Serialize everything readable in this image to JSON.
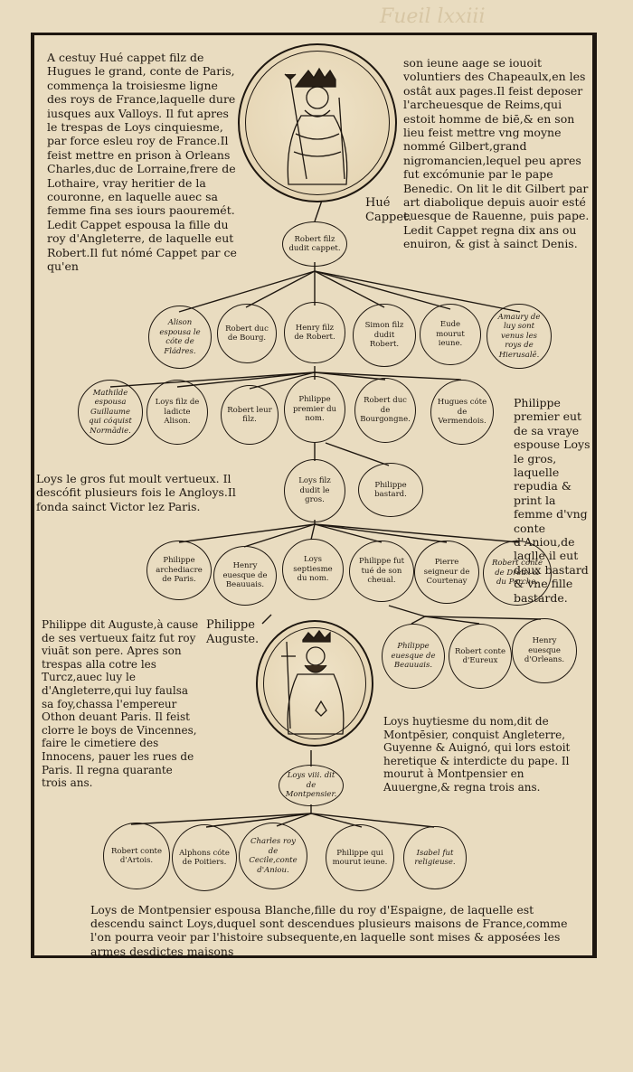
{
  "header": {
    "faint_title": "Fueil lxxiii"
  },
  "blocks": {
    "left_top": "A cestuy Hué cappet filz de Hugues le grand, conte de Paris, commença la troisiesme ligne des roys de France,laquelle dure iusques aux Valloys. Il fut apres le trespas de Loys cinquiesme, par force esleu roy de France.Il feist mettre en prison à Orleans Charles,duc de Lorraine,frere de Lothaire, vray heritier de la couronne, en laquelle auec sa femme fina ses iours paouremét. Ledit Cappet espousa la fille du roy d'Angleterre, de laquelle eut Robert.Il fut nómé Cappet par ce qu'en",
    "right_top": "son ieune aage se iouoit voluntiers des Chapeaulx,en les ostât aux pages.Il feist deposer l'archeuesque de Reims,qui estoit homme de biē,& en son lieu feist mettre vng moyne nommé Gilbert,grand nigromancien,lequel peu apres fut excómunie par le pape Benedic. On lit le dit Gilbert par art diabolique depuis auoir esté euesque de Rauenne, puis pape. Ledit Cappet regna dix ans ou enuiron, & gist à sainct Denis.",
    "hue_label": "Hué Cappet.",
    "philippe_right": "Philippe premier eut de sa vraye espouse Loys le gros, laquelle repudia & print la femme d'vng conte d'Aniou,de laqlle il eut deux bastard & vne fille bastarde.",
    "loys_gros": "Loys le gros fut moult vertueux. Il descófit plusieurs fois le Angloys.Il fonda sainct Victor lez Paris.",
    "philippe_auguste": "Philippe dit Auguste,à cause de ses vertueux faitz fut roy viuāt son pere. Apres son trespas alla cotre les Turcz,auec luy le d'Angleterre,qui luy faulsa sa foy,chassa l'empereur Othon deuant Paris. Il feist clorre le boys de Vincennes, faire le cimetiere des Innocens, pauer les rues de Paris. Il regna quarante trois ans.",
    "philippe_auguste_label": "Philippe Auguste.",
    "loys_huytiesme": "Loys huytiesme du nom,dit de Montpēsier, conquist Angleterre, Guyenne & Auignó, qui lors estoit heretique & interdicte du pape. Il mourut à Montpensier en Auuergne,& regna trois ans.",
    "footer": "Loys de Montpensier espousa Blanche,fille du roy d'Espaigne, de laquelle est descendu sainct Loys,duquel sont descendues plusieurs maisons de France,comme l'on pourra veoir par l'histoire subsequente,en laquelle sont mises & apposées les armes desdictes maisons"
  },
  "nodes": {
    "robert": "Robert filz dudit cappet.",
    "alison": "Alison espousa le cóte de Fládres.",
    "robert_bourg": "Robert duc de Bourg.",
    "henry": "Henry filz de Robert.",
    "simon": "Simon filz dudit Robert.",
    "eude": "Eude mourut ieune.",
    "amaury": "Amaury de luy sont venus les roys de Hierusalē.",
    "mathilde": "Mathilde espousa Guillaume qui cóquist Normādie.",
    "loys_filz": "Loys filz de ladicte Alison.",
    "robert_leur": "Robert leur filz.",
    "philippe_premier": "Philippe premier du nom.",
    "robert_duc_bourgongne": "Robert duc de Bourgongne.",
    "hugues": "Hugues cóte de Vermendois.",
    "loys_gros_node": "Loys filz dudit le gros.",
    "philippe_bastard": "Philippe bastard.",
    "philippe_archediacre": "Philippe archediacre de Paris.",
    "henry_euesque": "Henry euesque de Beauuais.",
    "loys_septiesme": "Loys septiesme du nom.",
    "philippe_tue": "Philippe fut tué de son cheual.",
    "pierre": "Pierre seigneur de Courtenay",
    "robert_dreux": "Robert conte de Dreux & du Perche.",
    "philippe_beauuais": "Philippe euesque de Beauuais.",
    "robert_eureux": "Robert conte d'Eureux",
    "henry_orleans": "Henry euesque d'Orleans.",
    "loys_viii": "Loys viii. dit de Montpensier.",
    "robert_artois": "Robert conte d'Artois.",
    "alphons": "Alphons cóte de Poitiers.",
    "charles": "Charles roy de Cecile,conte d'Aniou.",
    "philippe_ieune": "Philippe qui mourut ieune.",
    "isabel": "Isabel fut religieuse."
  }
}
